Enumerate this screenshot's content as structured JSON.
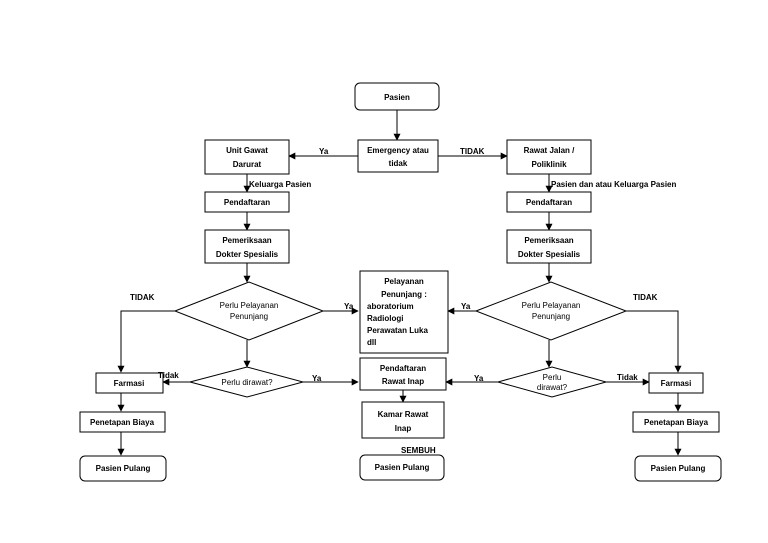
{
  "nodes": {
    "pasien": "Pasien",
    "emergency": [
      "Emergency atau",
      "tidak"
    ],
    "ugd": [
      "Unit Gawat",
      "Darurat"
    ],
    "rawat_jalan": [
      "Rawat Jalan /",
      "Poliklinik"
    ],
    "pendaftaran_left": "Pendaftaran",
    "pendaftaran_right": "Pendaftaran",
    "pemeriksaan_left": [
      "Pemeriksaan",
      "Dokter Spesialis"
    ],
    "pemeriksaan_right": [
      "Pemeriksaan",
      "Dokter Spesialis"
    ],
    "penunjang_left": [
      "Perlu Pelayanan",
      "Penunjang"
    ],
    "penunjang_right": [
      "Perlu Pelayanan",
      "Penunjang"
    ],
    "pelayanan_penunjang": [
      "Pelayanan",
      "Penunjang :",
      "aboratorium",
      "Radiologi",
      "Perawatan Luka",
      "dll"
    ],
    "dirawat_left": "Perlu dirawat?",
    "dirawat_right": [
      "Perlu",
      "dirawat?"
    ],
    "pendaftaran_inap": [
      "Pendaftaran",
      "Rawat Inap"
    ],
    "kamar_inap": [
      "Kamar Rawat",
      "Inap"
    ],
    "farmasi_left": "Farmasi",
    "farmasi_right": "Farmasi",
    "biaya_left": "Penetapan Biaya",
    "biaya_right": "Penetapan Biaya",
    "pulang_left": "Pasien Pulang",
    "pulang_center": "Pasien Pulang",
    "pulang_right": "Pasien Pulang"
  },
  "labels": {
    "ya_ugd": "Ya",
    "tidak_rawat": "TIDAK",
    "keluarga_left": "Keluarga Pasien",
    "keluarga_right": "Pasien dan atau Keluarga Pasien",
    "tidak_left": "TIDAK",
    "ya_left_penunjang": "Ya",
    "tidak_right": "TIDAK",
    "ya_right_penunjang": "Ya",
    "tidak_farmasi_left": "Tidak",
    "ya_inap_left": "Ya",
    "ya_inap_right": "Ya",
    "tidak_farmasi_right": "Tidak",
    "sembuh": "SEMBUH"
  }
}
